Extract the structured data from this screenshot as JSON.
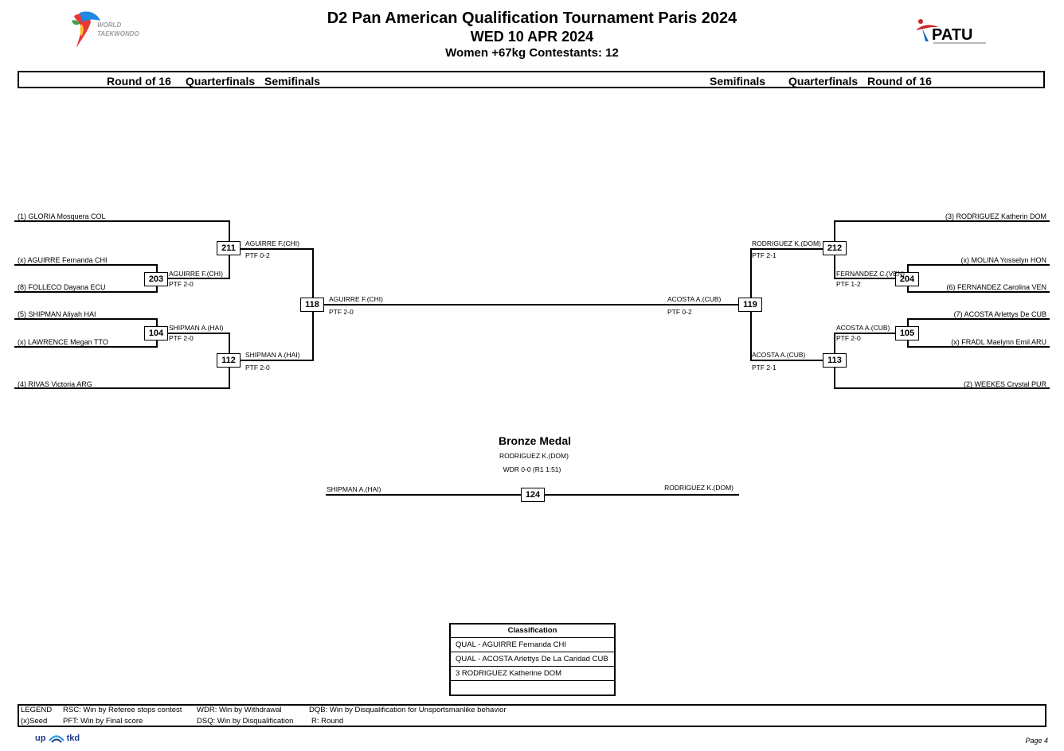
{
  "header": {
    "title": "D2 Pan American Qualification Tournament Paris 2024",
    "date": "WED 10 APR 2024",
    "category": "Women +67kg  Contestants: 12",
    "left_logo_text": [
      "WORLD",
      "TAEKWONDO"
    ],
    "right_logo_text": "PATU"
  },
  "rounds": {
    "left": [
      "Round of 16",
      "Quarterfinals",
      "Semifinals"
    ],
    "right": [
      "Semifinals",
      "Quarterfinals",
      "Round of 16"
    ]
  },
  "left_bracket": {
    "r16": [
      "(1) GLORIA Mosquera COL",
      "(x) AGUIRRE Fernanda CHI",
      "(8) FOLLECO Dayana ECU",
      "(5) SHIPMAN Aliyah HAI",
      "(x) LAWRENCE Megan TTO",
      "(4) RIVAS Victoria ARG"
    ],
    "matches": {
      "m203": {
        "id": "203",
        "winner": "AGUIRRE F.(CHI)",
        "score": "PTF 2-0"
      },
      "m211": {
        "id": "211",
        "winner": "AGUIRRE F.(CHI)",
        "score": "PTF 0-2"
      },
      "m104": {
        "id": "104",
        "winner": "SHIPMAN A.(HAI)",
        "score": "PTF 2-0"
      },
      "m112": {
        "id": "112",
        "winner": "SHIPMAN A.(HAI)",
        "score": "PTF 2-0"
      },
      "m118": {
        "id": "118",
        "winner": "AGUIRRE F.(CHI)",
        "score": "PTF 2-0"
      }
    }
  },
  "right_bracket": {
    "r16": [
      "(3) RODRIGUEZ Katherin DOM",
      "(x) MOLINA Yosselyn HON",
      "(6) FERNANDEZ Carolina VEN",
      "(7) ACOSTA Arlettys De CUB",
      "(x) FRADL Maelynn Emil ARU",
      "(2) WEEKES Crystal PUR"
    ],
    "matches": {
      "m204": {
        "id": "204",
        "winner": "FERNANDEZ C.(VEN)",
        "score": "PTF 1-2"
      },
      "m212": {
        "id": "212",
        "winner": "RODRIGUEZ K.(DOM)",
        "score": "PTF 2-1"
      },
      "m105": {
        "id": "105",
        "winner": "ACOSTA A.(CUB)",
        "score": "PTF 2-0"
      },
      "m113": {
        "id": "113",
        "winner": "ACOSTA A.(CUB)",
        "score": "PTF 2-1"
      },
      "m119": {
        "id": "119",
        "winner": "ACOSTA A.(CUB)",
        "score": "PTF 0-2"
      }
    }
  },
  "bronze": {
    "title": "Bronze Medal",
    "winner": "RODRIGUEZ K.(DOM)",
    "score": "WDR 0-0 (R1 1:51)",
    "left": "SHIPMAN A.(HAI)",
    "right": "RODRIGUEZ K.(DOM)",
    "match_id": "124"
  },
  "classification": {
    "header": "Classification",
    "rows": [
      "QUAL - AGUIRRE Fernanda CHI",
      "QUAL - ACOSTA Arlettys De La Caridad CUB",
      "3 RODRIGUEZ Katherine DOM",
      ""
    ]
  },
  "legend": {
    "r1": [
      "LEGEND",
      "RSC: Win by Referee stops contest",
      "WDR: Win by Withdrawal",
      "DQB: Win by Disqualification for Unsportsmanlike behavior"
    ],
    "r2": [
      "(x)Seed",
      "PFT: Win by Final score",
      "DSQ: Win by Disqualification",
      "R: Round"
    ]
  },
  "footer": {
    "brand_left": "up",
    "brand_right": "tkd",
    "page": "Page 4"
  }
}
